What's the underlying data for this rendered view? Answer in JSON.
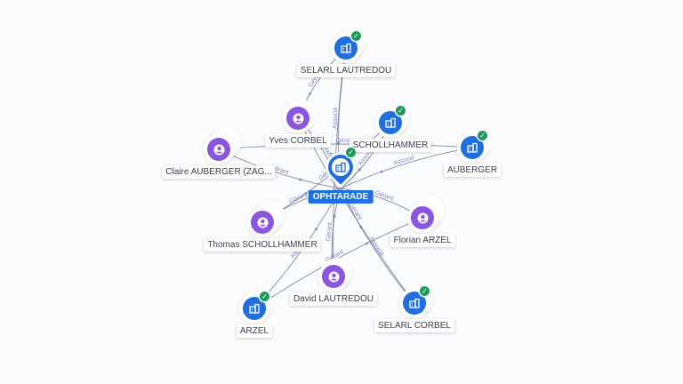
{
  "colors": {
    "person": "#8a55e0",
    "company": "#1f6fe0",
    "verified": "#1e9a5a",
    "edge": "#6a718f",
    "edge_label": "#7a84c4"
  },
  "center": {
    "label": "OPHTARADE",
    "icon": "building-icon",
    "verified": true
  },
  "nodes": [
    {
      "id": "lautredou_selarl",
      "label": "SELARL LAUTREDOU",
      "kind": "company",
      "verified": true
    },
    {
      "id": "yves",
      "label": "Yves CORBEL",
      "kind": "person",
      "verified": false
    },
    {
      "id": "schollhammer_co",
      "label": "SCHOLLHAMMER",
      "kind": "company",
      "verified": true
    },
    {
      "id": "auberger_co",
      "label": "AUBERGER",
      "kind": "company",
      "verified": true
    },
    {
      "id": "claire",
      "label": "Claire AUBERGER (ZAG...",
      "kind": "person",
      "verified": false
    },
    {
      "id": "thomas",
      "label": "Thomas SCHOLLHAMMER",
      "kind": "person",
      "verified": false
    },
    {
      "id": "florian",
      "label": "Florian ARZEL",
      "kind": "person",
      "verified": false
    },
    {
      "id": "david",
      "label": "David LAUTREDOU",
      "kind": "person",
      "verified": false
    },
    {
      "id": "arzel_co",
      "label": "ARZEL",
      "kind": "company",
      "verified": true
    },
    {
      "id": "corbel_selarl",
      "label": "SELARL CORBEL",
      "kind": "company",
      "verified": true
    }
  ],
  "edges": [
    {
      "from": "center",
      "to": "lautredou_selarl",
      "label": "Associé"
    },
    {
      "from": "center",
      "to": "schollhammer_co",
      "label": "Associé"
    },
    {
      "from": "center",
      "to": "auberger_co",
      "label": "Associé"
    },
    {
      "from": "center",
      "to": "corbel_selarl",
      "label": "Associé"
    },
    {
      "from": "center",
      "to": "arzel_co",
      "label": "Associé"
    },
    {
      "from": "center",
      "to": "yves",
      "label": "Gérant"
    },
    {
      "from": "center",
      "to": "claire",
      "label": "Gérant"
    },
    {
      "from": "center",
      "to": "thomas",
      "label": "Gérant"
    },
    {
      "from": "center",
      "to": "florian",
      "label": "Gérant"
    },
    {
      "from": "center",
      "to": "david",
      "label": "Gérant"
    },
    {
      "from": "yves",
      "to": "lautredou_selarl",
      "label": "Gérant"
    },
    {
      "from": "thomas",
      "to": "schollhammer_co",
      "label": "Gérant"
    },
    {
      "from": "claire",
      "to": "auberger_co",
      "label": "Gérant"
    },
    {
      "from": "florian",
      "to": "arzel_co",
      "label": "Gérant"
    },
    {
      "from": "david",
      "to": "lautredou_selarl",
      "label": "Gérant"
    },
    {
      "from": "yves",
      "to": "corbel_selarl",
      "label": "Gérant"
    }
  ]
}
